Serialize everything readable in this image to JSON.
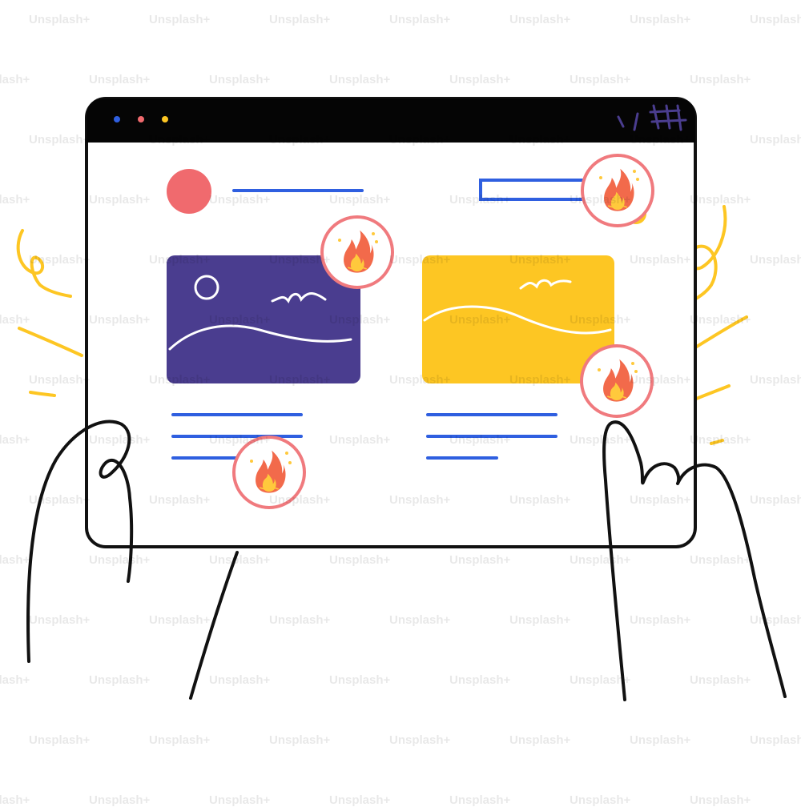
{
  "watermark": {
    "text": "Unsplash+"
  },
  "colors": {
    "outline": "#111111",
    "titlebar": "#050505",
    "screen_bg": "#ffffff",
    "avatar_red": "#f06a6e",
    "text_line_blue": "#2f5fe0",
    "card_left_purple": "#4a3d8f",
    "card_right_yellow": "#fdc623",
    "fire_badge_ring": "#f07a7e",
    "fire_orange": "#f26a4b",
    "fire_yellow": "#ffc93c",
    "motion_yellow": "#fdc623"
  },
  "window_controls": [
    {
      "name": "dot-blue",
      "color": "#2f5fe0"
    },
    {
      "name": "dot-red",
      "color": "#f06a6e"
    },
    {
      "name": "dot-yellow",
      "color": "#fdc623"
    }
  ],
  "cards": [
    {
      "name": "left",
      "image": "landscape-image-icon",
      "fill": "#4a3d8f"
    },
    {
      "name": "right",
      "image": "landscape-image-icon",
      "fill": "#fdc623"
    }
  ],
  "fire_badges": [
    {
      "icon": "fire-icon"
    },
    {
      "icon": "fire-icon"
    },
    {
      "icon": "fire-icon"
    },
    {
      "icon": "fire-icon"
    }
  ]
}
